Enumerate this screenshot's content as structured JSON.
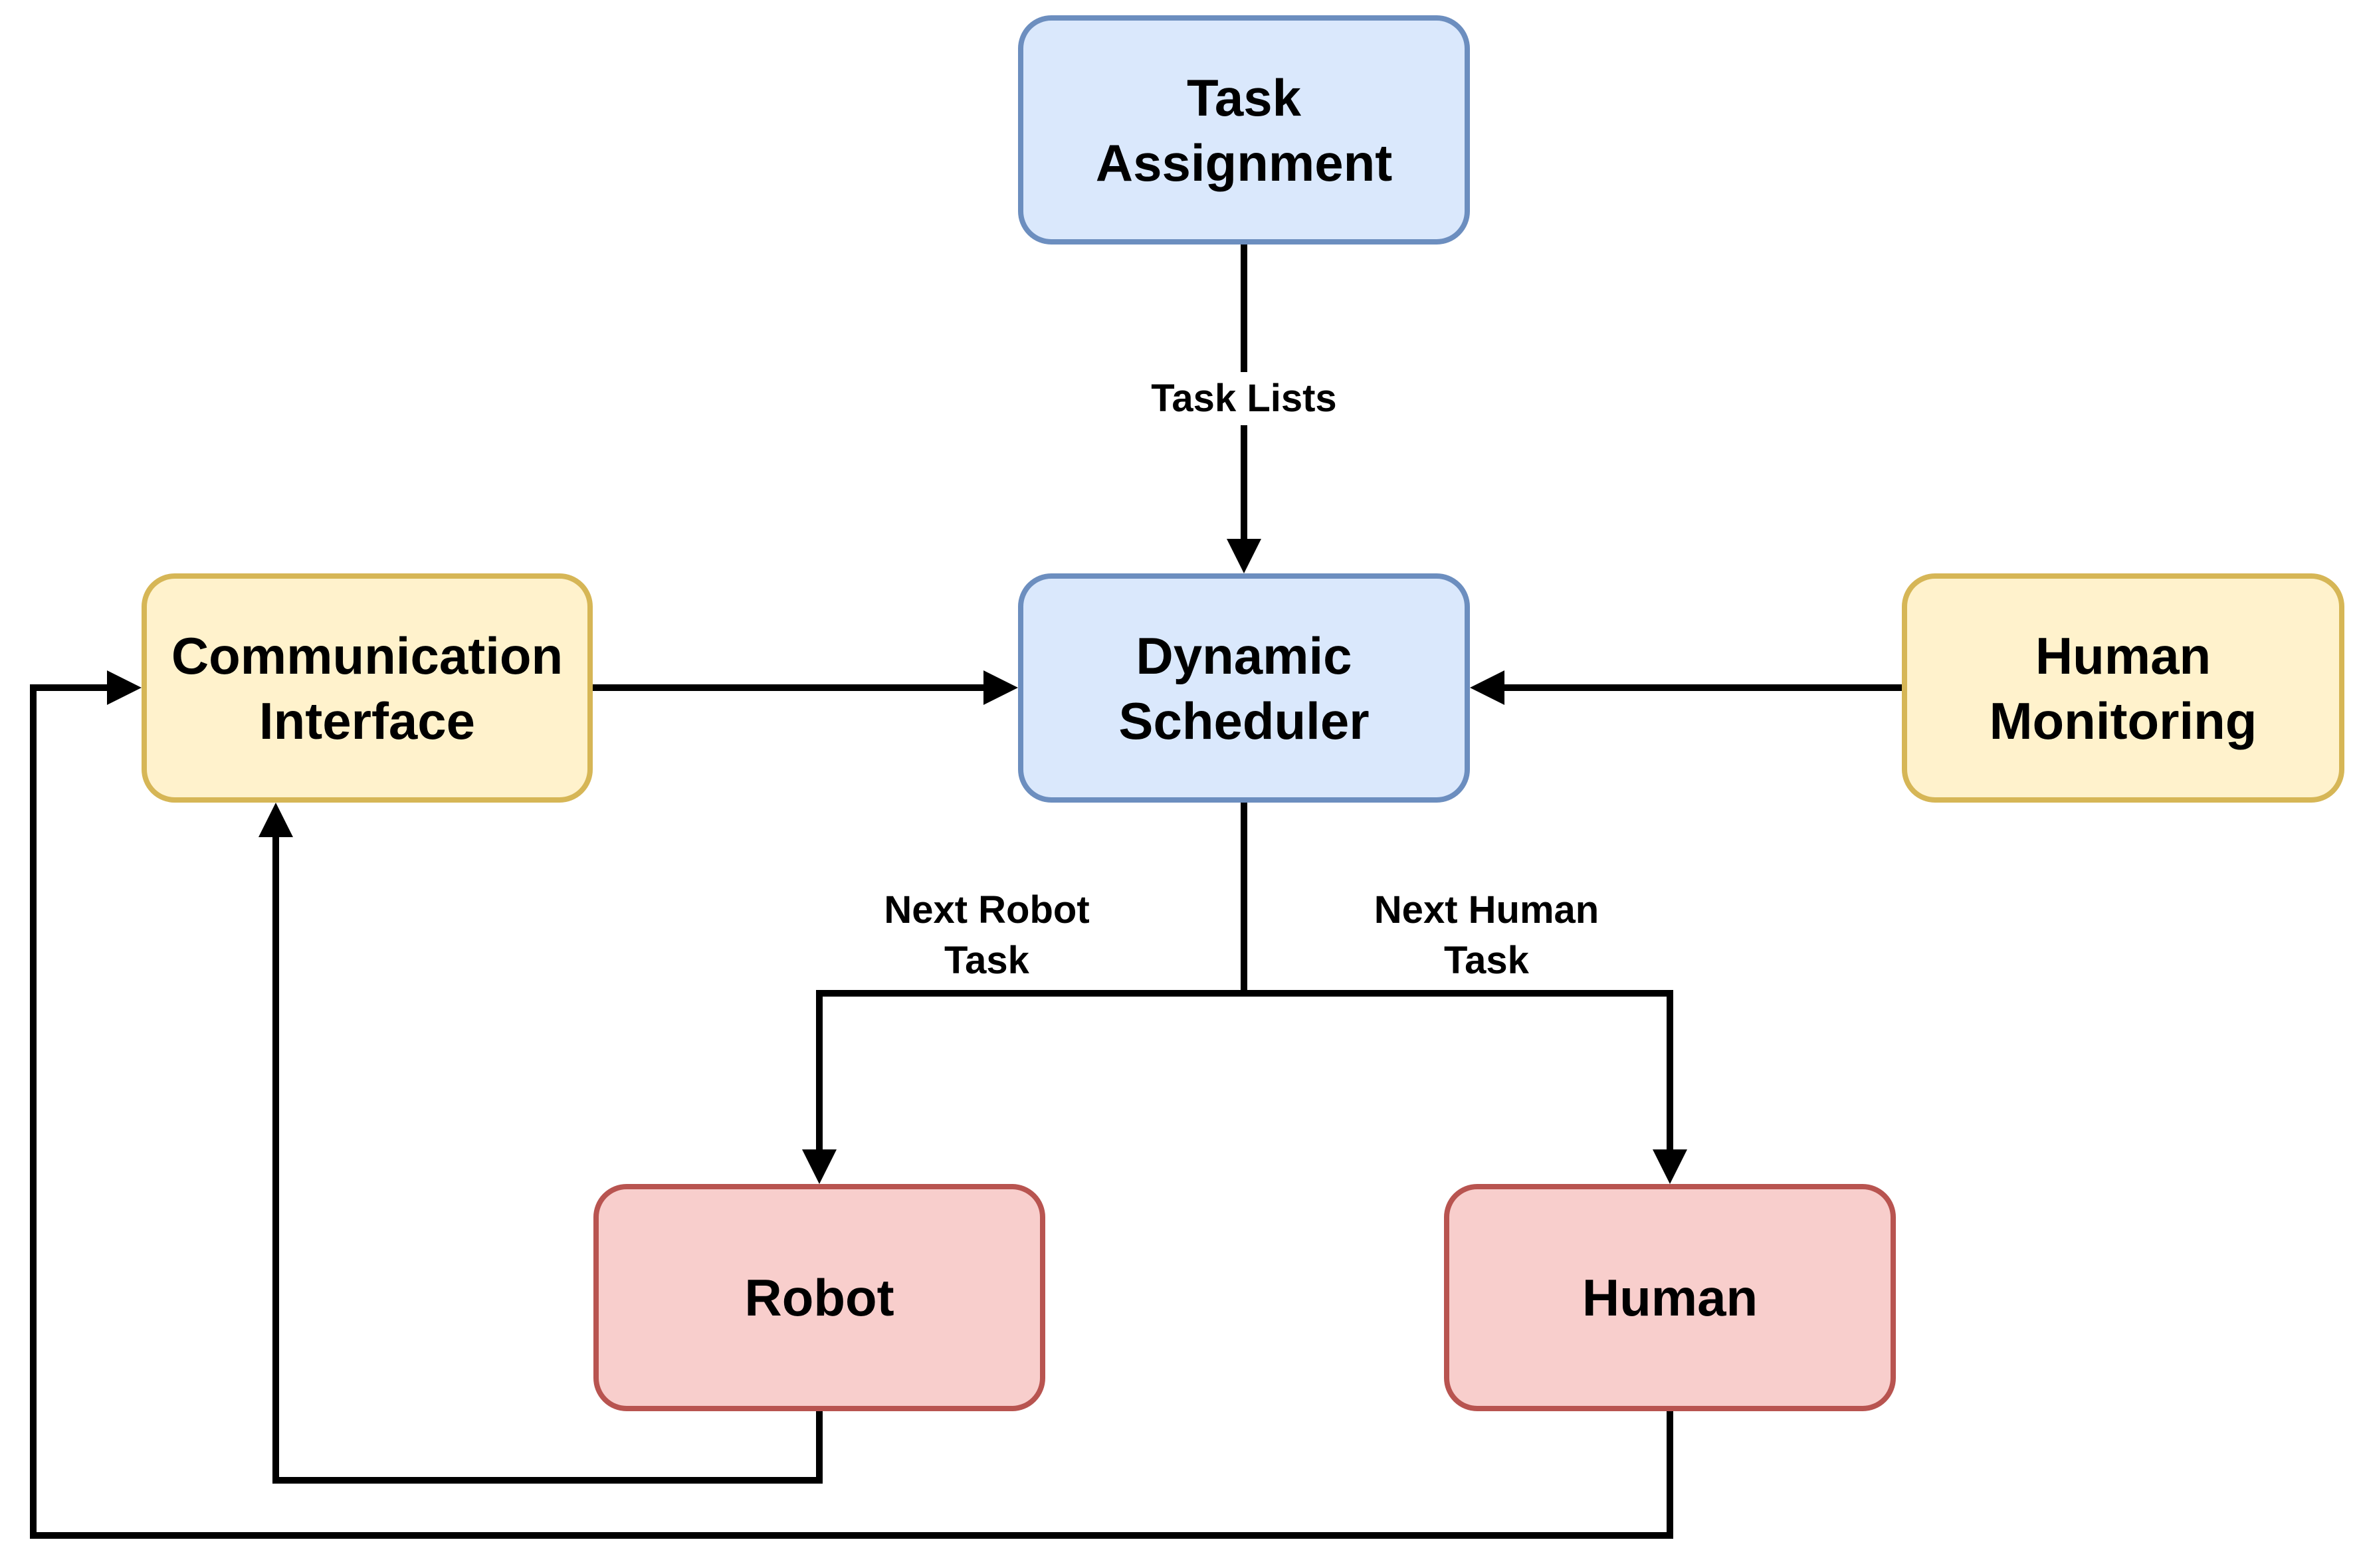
{
  "diagram": {
    "colors": {
      "background": "#ffffff",
      "line": "#000000",
      "blue_fill": "#dae8fc",
      "blue_border": "#6c8ebf",
      "yellow_fill": "#fff2cc",
      "yellow_border": "#d6b656",
      "red_fill": "#f8cecc",
      "red_border": "#b85450"
    },
    "nodes": [
      {
        "id": "task-assignment",
        "line1": "Task",
        "line2": "Assignment",
        "fill": "#dae8fc",
        "border": "#6c8ebf"
      },
      {
        "id": "dynamic-scheduler",
        "line1": "Dynamic",
        "line2": "Scheduler",
        "fill": "#dae8fc",
        "border": "#6c8ebf"
      },
      {
        "id": "communication-interface",
        "line1": "Communication",
        "line2": "Interface",
        "fill": "#fff2cc",
        "border": "#d6b656"
      },
      {
        "id": "human-monitoring",
        "line1": "Human",
        "line2": "Monitoring",
        "fill": "#fff2cc",
        "border": "#d6b656"
      },
      {
        "id": "robot",
        "line1": "Robot",
        "line2": "",
        "fill": "#f8cecc",
        "border": "#b85450"
      },
      {
        "id": "human",
        "line1": "Human",
        "line2": "",
        "fill": "#f8cecc",
        "border": "#b85450"
      }
    ],
    "edge_labels": [
      {
        "id": "task-lists",
        "line1": "Task Lists",
        "line2": ""
      },
      {
        "id": "next-robot-task",
        "line1": "Next Robot",
        "line2": "Task"
      },
      {
        "id": "next-human-task",
        "line1": "Next Human",
        "line2": "Task"
      }
    ],
    "edges": [
      {
        "from": "task-assignment",
        "to": "dynamic-scheduler",
        "label": "Task Lists"
      },
      {
        "from": "communication-interface",
        "to": "dynamic-scheduler",
        "label": ""
      },
      {
        "from": "human-monitoring",
        "to": "dynamic-scheduler",
        "label": ""
      },
      {
        "from": "dynamic-scheduler",
        "to": "robot",
        "label": "Next Robot Task"
      },
      {
        "from": "dynamic-scheduler",
        "to": "human",
        "label": "Next Human Task"
      },
      {
        "from": "robot",
        "to": "communication-interface",
        "label": ""
      },
      {
        "from": "human",
        "to": "communication-interface",
        "label": ""
      }
    ]
  }
}
